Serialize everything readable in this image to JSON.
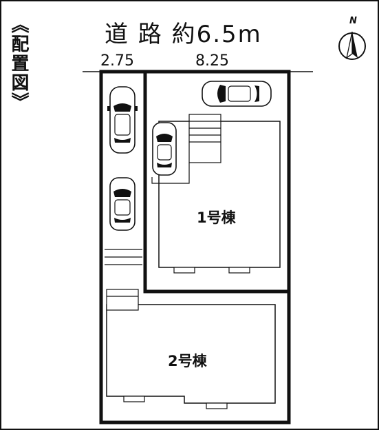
{
  "title": "《配置図》",
  "road": {
    "label": "道 路 約6.5m"
  },
  "dimensions": {
    "left_width": "2.75",
    "right_width": "8.25"
  },
  "buildings": [
    {
      "label": "1号棟"
    },
    {
      "label": "2号棟"
    }
  ],
  "compass": {
    "letter": "N"
  },
  "colors": {
    "line": "#111111",
    "background": "#ffffff"
  }
}
